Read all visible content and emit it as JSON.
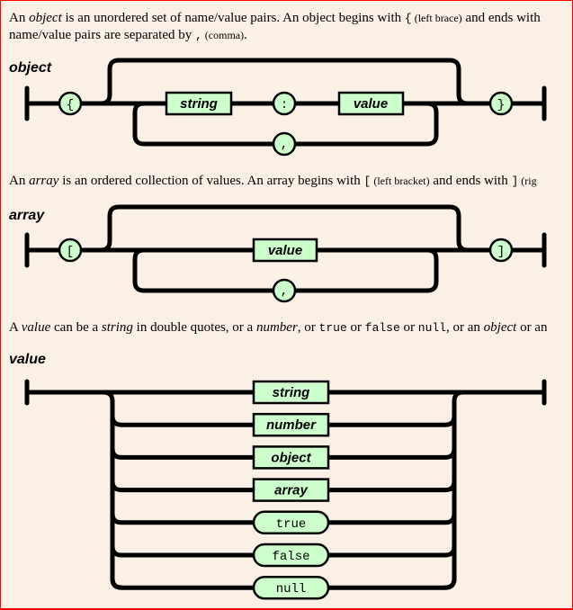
{
  "colors": {
    "background": "#faf0e6",
    "node_fill": "#ccffcc",
    "line": "#000000",
    "frame": "#ff0000"
  },
  "object_section": {
    "para": {
      "p1": "An ",
      "em1": "object",
      "p2": " is an unordered set of name/value pairs. An object begins with ",
      "code1": "{",
      "sm1": " (left brace)",
      "p3": " and ends with",
      "line2a": "name/value pairs are separated by ",
      "code2": ",",
      "sm2": " (comma)",
      "line2b": "."
    },
    "diagram_label": "object",
    "nodes": {
      "open": "{",
      "name": "string",
      "colon": ":",
      "value": "value",
      "comma": ",",
      "close": "}"
    }
  },
  "array_section": {
    "para": {
      "p1": "An ",
      "em1": "array",
      "p2": " is an ordered collection of values. An array begins with ",
      "code1": "[",
      "sm1": " (left bracket)",
      "p3": " and ends with ",
      "code2": "]",
      "sm2": " (rig"
    },
    "diagram_label": "array",
    "nodes": {
      "open": "[",
      "value": "value",
      "comma": ",",
      "close": "]"
    }
  },
  "value_section": {
    "para": {
      "p1": "A ",
      "em1": "value",
      "p2": " can be a ",
      "em2": "string",
      "p3": " in double quotes, or a ",
      "em3": "number",
      "p4": ", or ",
      "c1": "true",
      "p5": " or ",
      "c2": "false",
      "p6": " or ",
      "c3": "null",
      "p7": ", or an ",
      "em4": "object",
      "p8": " or an"
    },
    "diagram_label": "value",
    "choices": [
      {
        "label": "string",
        "kind": "nonterminal"
      },
      {
        "label": "number",
        "kind": "nonterminal"
      },
      {
        "label": "object",
        "kind": "nonterminal"
      },
      {
        "label": "array",
        "kind": "nonterminal"
      },
      {
        "label": "true",
        "kind": "literal"
      },
      {
        "label": "false",
        "kind": "literal"
      },
      {
        "label": "null",
        "kind": "literal"
      }
    ]
  }
}
